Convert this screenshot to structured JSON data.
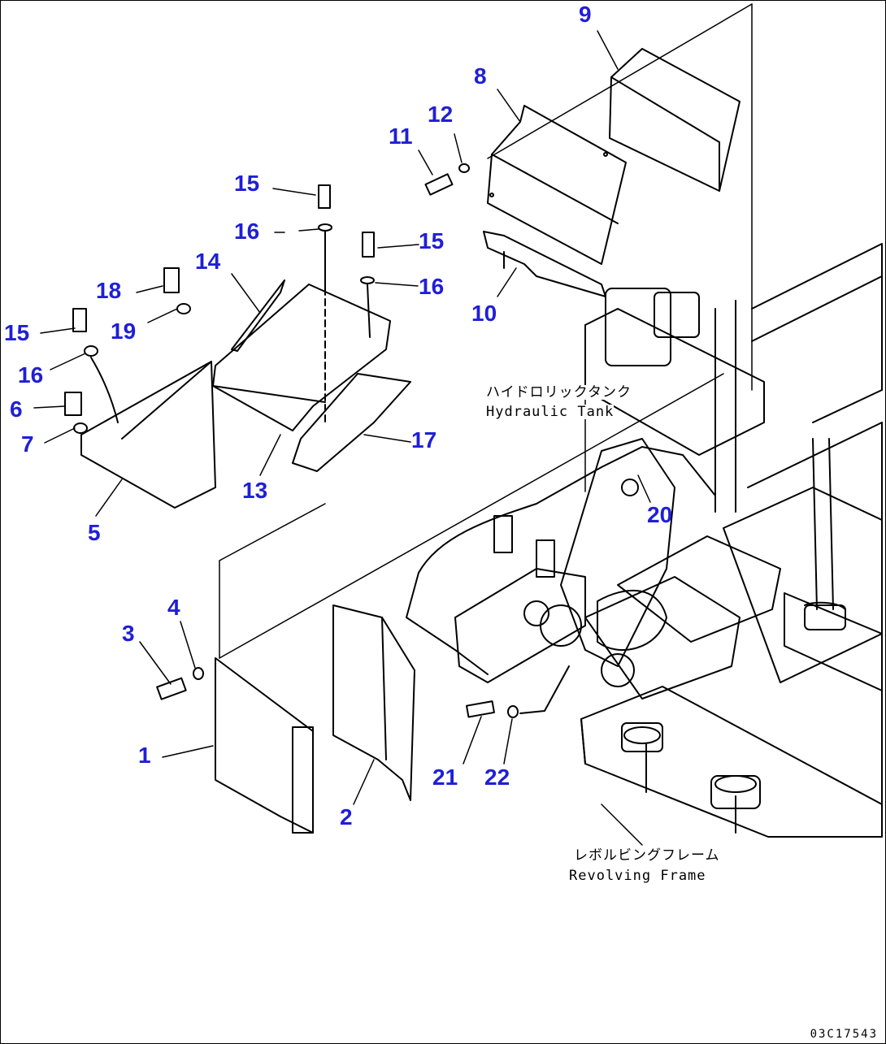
{
  "callouts": [
    "1",
    "2",
    "3",
    "4",
    "5",
    "6",
    "7",
    "8",
    "9",
    "10",
    "11",
    "12",
    "13",
    "14",
    "15",
    "15",
    "15",
    "16",
    "16",
    "16",
    "17",
    "18",
    "19",
    "20",
    "21",
    "22"
  ],
  "labels": {
    "hydraulic_tank_jp": "ハイドロリックタンク",
    "hydraulic_tank_en": "Hydraulic Tank",
    "revolving_frame_jp": "レボルビングフレーム",
    "revolving_frame_en": "Revolving Frame"
  },
  "drawing_code": "03C17543",
  "colors": {
    "callout": "#1f1fd6",
    "line": "#000000"
  }
}
